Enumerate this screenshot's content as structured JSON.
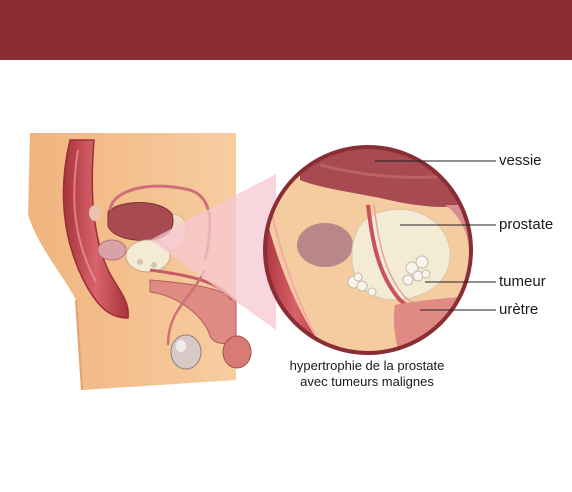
{
  "colors": {
    "banner": "#8b2d35",
    "skin": "#f5c48f",
    "muscle": "#c9484f",
    "bladder": "#a84a52",
    "prostate": "#f3ebd4",
    "highlight": "#f7c7d2"
  },
  "labels": {
    "vessie": "vessie",
    "prostate": "prostate",
    "tumeur": "tumeur",
    "uretre": "urètre"
  },
  "caption": {
    "line1": "hypertrophie de la prostate",
    "line2": "avec tumeurs malignes"
  }
}
